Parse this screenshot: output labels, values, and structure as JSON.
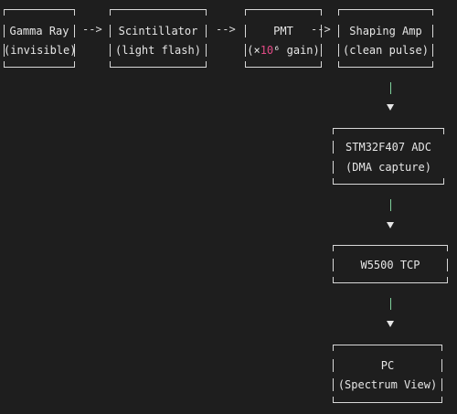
{
  "nodes": [
    {
      "id": "gamma",
      "line1": "Gamma Ray",
      "line2": "(invisible)"
    },
    {
      "id": "scint",
      "line1": "Scintillator",
      "line2": "(light flash)"
    },
    {
      "id": "pmt",
      "line1": "PMT",
      "line2_pre": "(×",
      "line2_hl": "10",
      "line2_sup": "⁶",
      "line2_post": " gain)"
    },
    {
      "id": "amp",
      "line1": "Shaping Amp",
      "line2": "(clean pulse)"
    },
    {
      "id": "adc",
      "line1": "STM32F407 ADC",
      "line2": "(DMA capture)"
    },
    {
      "id": "tcp",
      "line1": "W5500 TCP"
    },
    {
      "id": "pc",
      "line1": "PC",
      "line2": "(Spectrum View)"
    }
  ],
  "connectors": {
    "horizontal": "-->"
  },
  "colors": {
    "background": "#1e1e1e",
    "text": "#e6e6e6",
    "border": "#d8d8d8",
    "vertical_bar": "#7fd19b",
    "highlight": "#e24b86"
  }
}
